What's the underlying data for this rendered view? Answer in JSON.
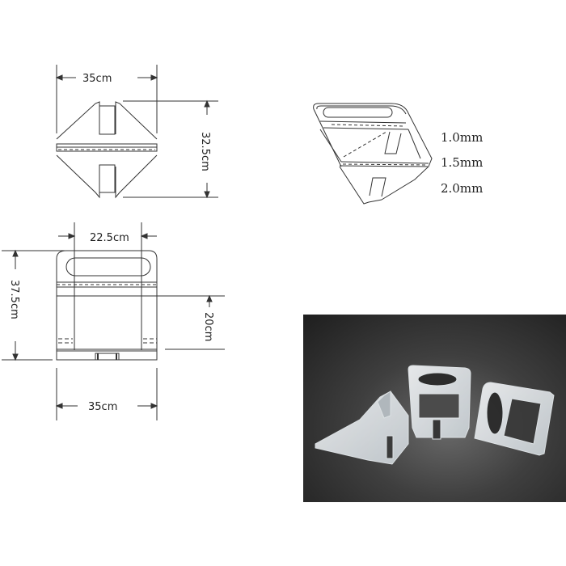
{
  "top_view": {
    "width_label": "35cm",
    "height_label": "32.5cm"
  },
  "front_view": {
    "inner_width_label": "22.5cm",
    "total_height_label": "37.5cm",
    "base_height_label": "20cm",
    "width_label": "35cm"
  },
  "isometric_view": {
    "thickness_options": [
      "1.0mm",
      "1.5mm",
      "2.0mm"
    ]
  },
  "photo": {
    "description": "Three translucent plastic tile leveling clips on dark background"
  },
  "colors": {
    "line": "#333333",
    "photo_bg": "#2a2a2a",
    "plastic": "#e8ecef"
  }
}
